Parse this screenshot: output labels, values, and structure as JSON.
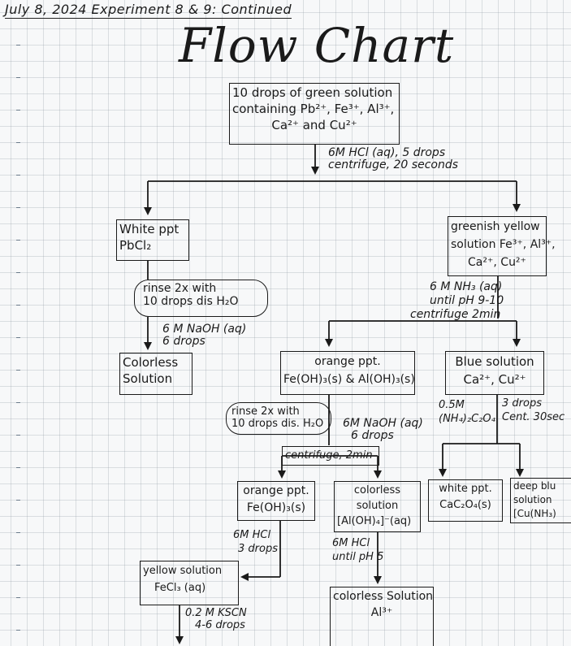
{
  "header": "July 8, 2024  Experiment 8 & 9: Continued",
  "title": "Flow Chart",
  "start": {
    "lines": [
      "10 drops of green solution",
      "containing Pb²⁺, Fe³⁺, Al³⁺,",
      "Ca²⁺ and Cu²⁺"
    ]
  },
  "step1": {
    "lines": [
      "6M HCl (aq), 5 drops",
      "centrifuge, 20 seconds"
    ]
  },
  "white_ppt": {
    "lines": [
      "White ppt",
      "PbCl₂"
    ]
  },
  "greenish_yellow": {
    "lines": [
      "greenish yellow",
      "solution Fe³⁺, Al³⁺,",
      "Ca²⁺, Cu²⁺"
    ]
  },
  "rinse1": {
    "lines": [
      "rinse 2x with",
      "10 drops dis H₂O"
    ]
  },
  "naoh1": {
    "lines": [
      "6 M NaOH (aq)",
      "6 drops"
    ]
  },
  "colorless_solution": {
    "lines": [
      "Colorless",
      "Solution"
    ]
  },
  "nh3_step": {
    "lines": [
      "6 M NH₃ (aq)",
      "until pH 9-10",
      "centrifuge 2min"
    ]
  },
  "orange_ppt": {
    "lines": [
      "orange ppt.",
      "Fe(OH)₃(s) & Al(OH)₃(s)"
    ]
  },
  "blue_solution": {
    "lines": [
      "Blue solution",
      "Ca²⁺, Cu²⁺"
    ]
  },
  "rinse2": {
    "lines": [
      "rinse 2x with",
      "10 drops dis. H₂O"
    ]
  },
  "naoh2": {
    "lines": [
      "6M NaOH (aq)",
      "6 drops"
    ]
  },
  "oxalate": {
    "lines": [
      "0.5M",
      "(NH₄)₂C₂O₄"
    ]
  },
  "cent30": {
    "lines": [
      "3 drops",
      "Cent. 30sec"
    ]
  },
  "centrifuge2": "centrifuge, 2min",
  "orange_ppt2": {
    "lines": [
      "orange ppt.",
      "Fe(OH)₃(s)"
    ]
  },
  "colorless_solution2": {
    "lines": [
      "colorless",
      "solution",
      "[Al(OH)₄]⁻(aq)"
    ]
  },
  "white_ppt2": {
    "lines": [
      "white ppt.",
      "CaC₂O₄(s)"
    ]
  },
  "deep_blue": {
    "lines": [
      "deep blu",
      "solution",
      "[Cu(NH₃)"
    ]
  },
  "hcl3": {
    "lines": [
      "6M HCl",
      "3 drops"
    ]
  },
  "hcl_ph5": {
    "lines": [
      "6M HCl",
      "until pH 5"
    ]
  },
  "yellow_solution": {
    "lines": [
      "yellow solution",
      "FeCl₃ (aq)"
    ]
  },
  "colorless_al": {
    "lines": [
      "colorless Solution",
      "Al³⁺"
    ]
  },
  "kscn": {
    "lines": [
      "0.2 M KSCN",
      "4-6 drops"
    ]
  }
}
